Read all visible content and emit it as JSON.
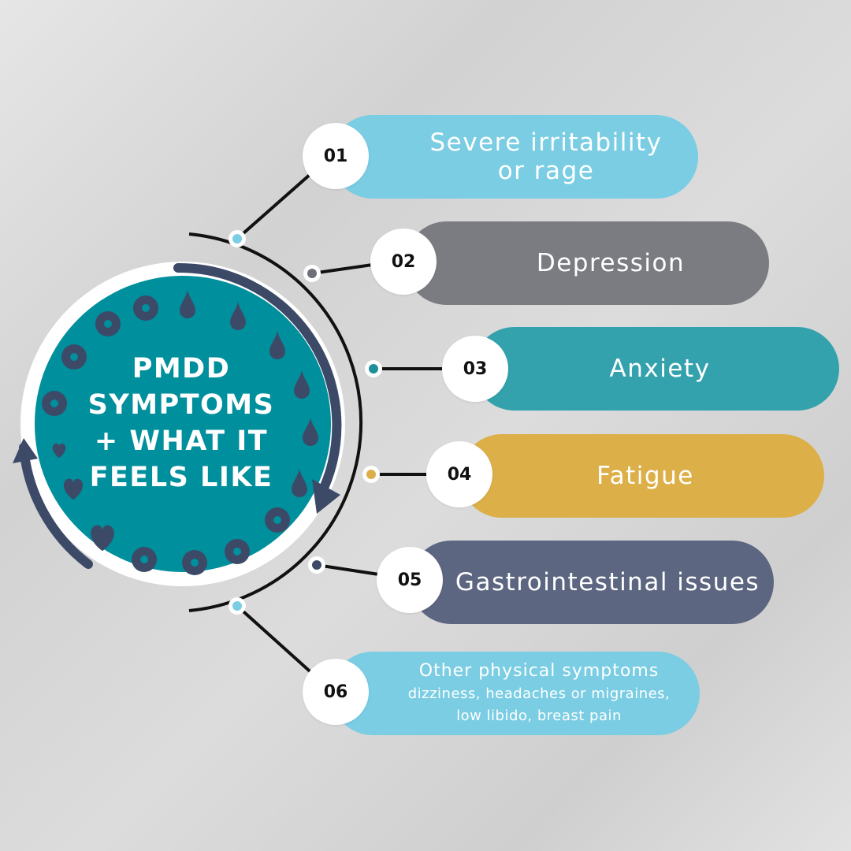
{
  "title": "PMDD SYMPTOMS + WHAT IT FEELS LIKE",
  "colors": {
    "teal": "#008f9c",
    "navy": "#3c4a68",
    "light_blue": "#7acde3",
    "gray": "#7b7c82",
    "mid_teal": "#33a2ac",
    "gold": "#dcaf48",
    "slate": "#5c6681"
  },
  "icons": [
    "water-drop-icon",
    "ring-dot-icon",
    "heart-icon",
    "cycle-arrow-icon"
  ],
  "symptoms": [
    {
      "number": "01",
      "label": "Severe irritability or rage",
      "lines": [
        "Severe irritability",
        "or rage"
      ],
      "color": "#7acde3"
    },
    {
      "number": "02",
      "label": "Depression",
      "color": "#7b7c82"
    },
    {
      "number": "03",
      "label": "Anxiety",
      "color": "#33a2ac"
    },
    {
      "number": "04",
      "label": "Fatigue",
      "color": "#dcaf48"
    },
    {
      "number": "05",
      "label": "Gastrointestinal issues",
      "color": "#5c6681"
    },
    {
      "number": "06",
      "label": "Other physical symptoms",
      "detail_lines": [
        "dizziness, headaches or migraines,",
        "low libido, breast pain"
      ],
      "color": "#7acde3"
    }
  ]
}
